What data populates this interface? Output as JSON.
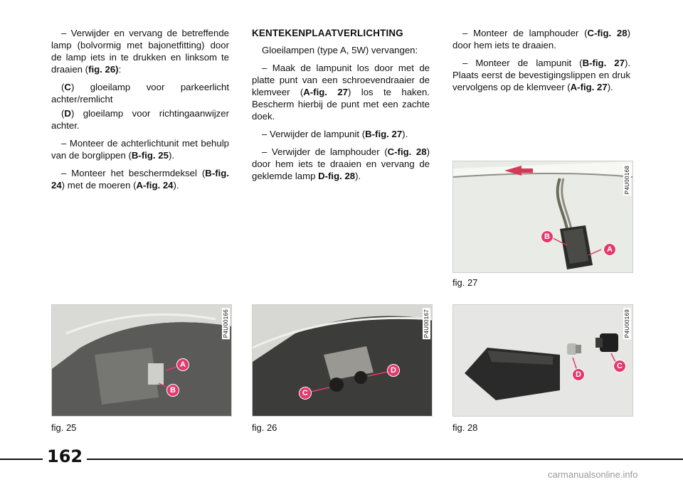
{
  "col1": {
    "p1": {
      "pre": "– Verwijder en vervang de betreffende lamp (bolvormig met bajonetfitting) door de lamp iets in te drukken en linksom te draaien (",
      "ref": "fig. 26)",
      "post": ":"
    },
    "p2": {
      "pre": "(",
      "ref": "C",
      "post": ") gloeilamp voor parkeerlicht achter/remlicht"
    },
    "p3": {
      "pre": "(",
      "ref": "D",
      "post": ") gloeilamp voor richtingaanwijzer achter."
    },
    "p4": {
      "pre": "– Monteer de achterlichtunit met behulp van de borglippen (",
      "ref": "B-fig. 25",
      "post": ")."
    },
    "p5": {
      "pre": "– Monteer het beschermdeksel (",
      "ref1": "B-fig. 24",
      "mid": ") met de moeren (",
      "ref2": "A-fig. 24",
      "post": ")."
    }
  },
  "col2": {
    "heading": "KENTEKENPLAATVERLICHTING",
    "p1": "Gloeilampen (type A, 5W) vervangen:",
    "p2": {
      "pre": "– Maak de lampunit los door met de platte punt van een schroevendraaier de klemveer (",
      "ref": "A-fig. 27",
      "post": ") los te haken. Bescherm hierbij de punt met een zachte doek."
    },
    "p3": {
      "pre": "– Verwijder de lampunit (",
      "ref": "B-fig. 27",
      "post": ")."
    },
    "p4": {
      "pre": "– Verwijder de lamphouder (",
      "ref1": "C-fig. 28",
      "mid": ") door hem iets te draaien en vervang de geklemde lamp ",
      "ref2": "D-fig. 28",
      "post": ")."
    }
  },
  "col3": {
    "p1": {
      "pre": "– Monteer de lamphouder (",
      "ref": "C-fig. 28",
      "post": ") door hem iets te draaien."
    },
    "p2": {
      "pre": "– Monteer de lampunit (",
      "ref1": "B-fig. 27",
      "mid": "). Plaats eerst de bevestigingslippen en druk vervolgens op de klemveer (",
      "ref2": "A-fig. 27",
      "post": ")."
    }
  },
  "figures": {
    "fig25": {
      "caption": "fig. 25",
      "code": "P4U00166",
      "labels": [
        "A",
        "B"
      ]
    },
    "fig26": {
      "caption": "fig. 26",
      "code": "P4U00167",
      "labels": [
        "C",
        "D"
      ]
    },
    "fig27": {
      "caption": "fig. 27",
      "code": "P4U00168",
      "labels": [
        "B",
        "A"
      ]
    },
    "fig28": {
      "caption": "fig. 28",
      "code": "P4U00169",
      "labels": [
        "D",
        "C"
      ]
    }
  },
  "page_number": "162",
  "watermark": "carmanualsonline.info",
  "colors": {
    "callout": "#e23a6f",
    "text": "#111111"
  }
}
